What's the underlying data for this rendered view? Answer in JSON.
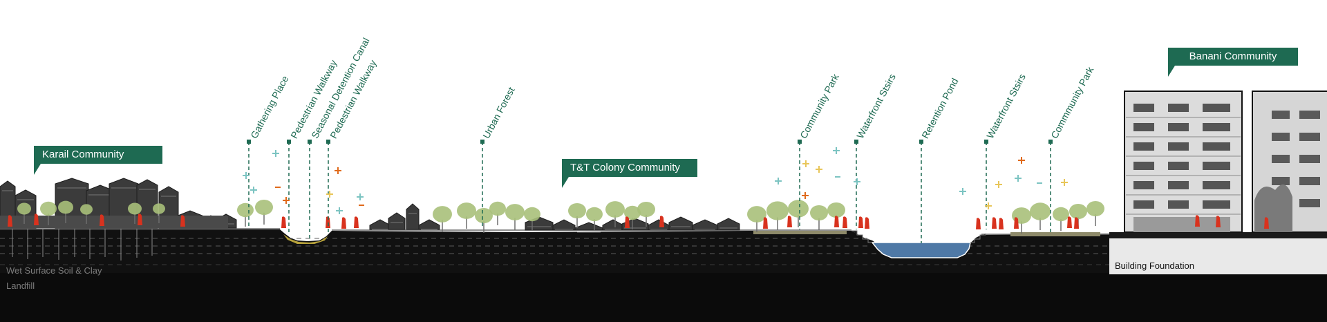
{
  "communities": [
    {
      "name": "Karail Community"
    },
    {
      "name": "T&T Colony  Community"
    },
    {
      "name": "Banani Community"
    }
  ],
  "features": [
    {
      "label": "Gathering Place"
    },
    {
      "label": "Pedestrian Walkway"
    },
    {
      "label": "Seasonal Detention Canal"
    },
    {
      "label": "Pedestrian Walkway"
    },
    {
      "label": "Urban Forest"
    },
    {
      "label": "Community Park"
    },
    {
      "label": "Waterfront Stsirs"
    },
    {
      "label": "Retention Pond"
    },
    {
      "label": "Waterfront Stsirs"
    },
    {
      "label": "Commmunity Park"
    }
  ],
  "soil_layers": {
    "upper": "Wet Surface Soil & Clay",
    "lower": "Landfill"
  },
  "foundation_label": "Building Foundation",
  "colors": {
    "label_green": "#1e6a52",
    "ground": "#0f0f0f",
    "pond_water": "#4f79a6",
    "tree_green": "#a9c07a",
    "figure_red": "#d8321e",
    "plus_orange": "#e06a1b",
    "plus_yellow": "#e8c65a",
    "plus_teal": "#7cc4c2"
  }
}
